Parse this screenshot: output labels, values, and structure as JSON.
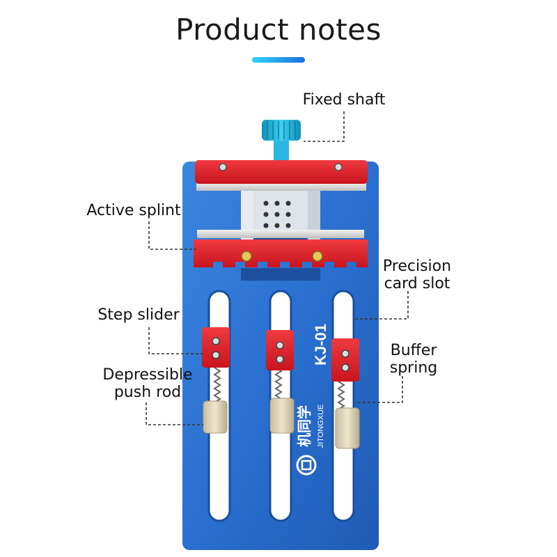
{
  "header": {
    "title": "Product notes",
    "accent_gradient": [
      "#2fd3f5",
      "#1f6fe0"
    ]
  },
  "callouts": {
    "fixed_shaft": "Fixed shaft",
    "active_splint": "Active splint",
    "precision_card_slot_line1": "Precision",
    "precision_card_slot_line2": "card slot",
    "step_slider": "Step slider",
    "buffer_spring_line1": "Buffer",
    "buffer_spring_line2": "spring",
    "depressible_push_rod_line1": "Depressible",
    "depressible_push_rod_line2": "push rod"
  },
  "product": {
    "model": "KJ-01",
    "brand_cn": "机同学",
    "brand_en": "JITONGXUE",
    "colors": {
      "plate": "#2a6fd0",
      "clamp": "#e0222c",
      "knob": "#1fb0d8",
      "slider_block": "#e0222c",
      "push_rod": "#d9cfb8"
    }
  }
}
